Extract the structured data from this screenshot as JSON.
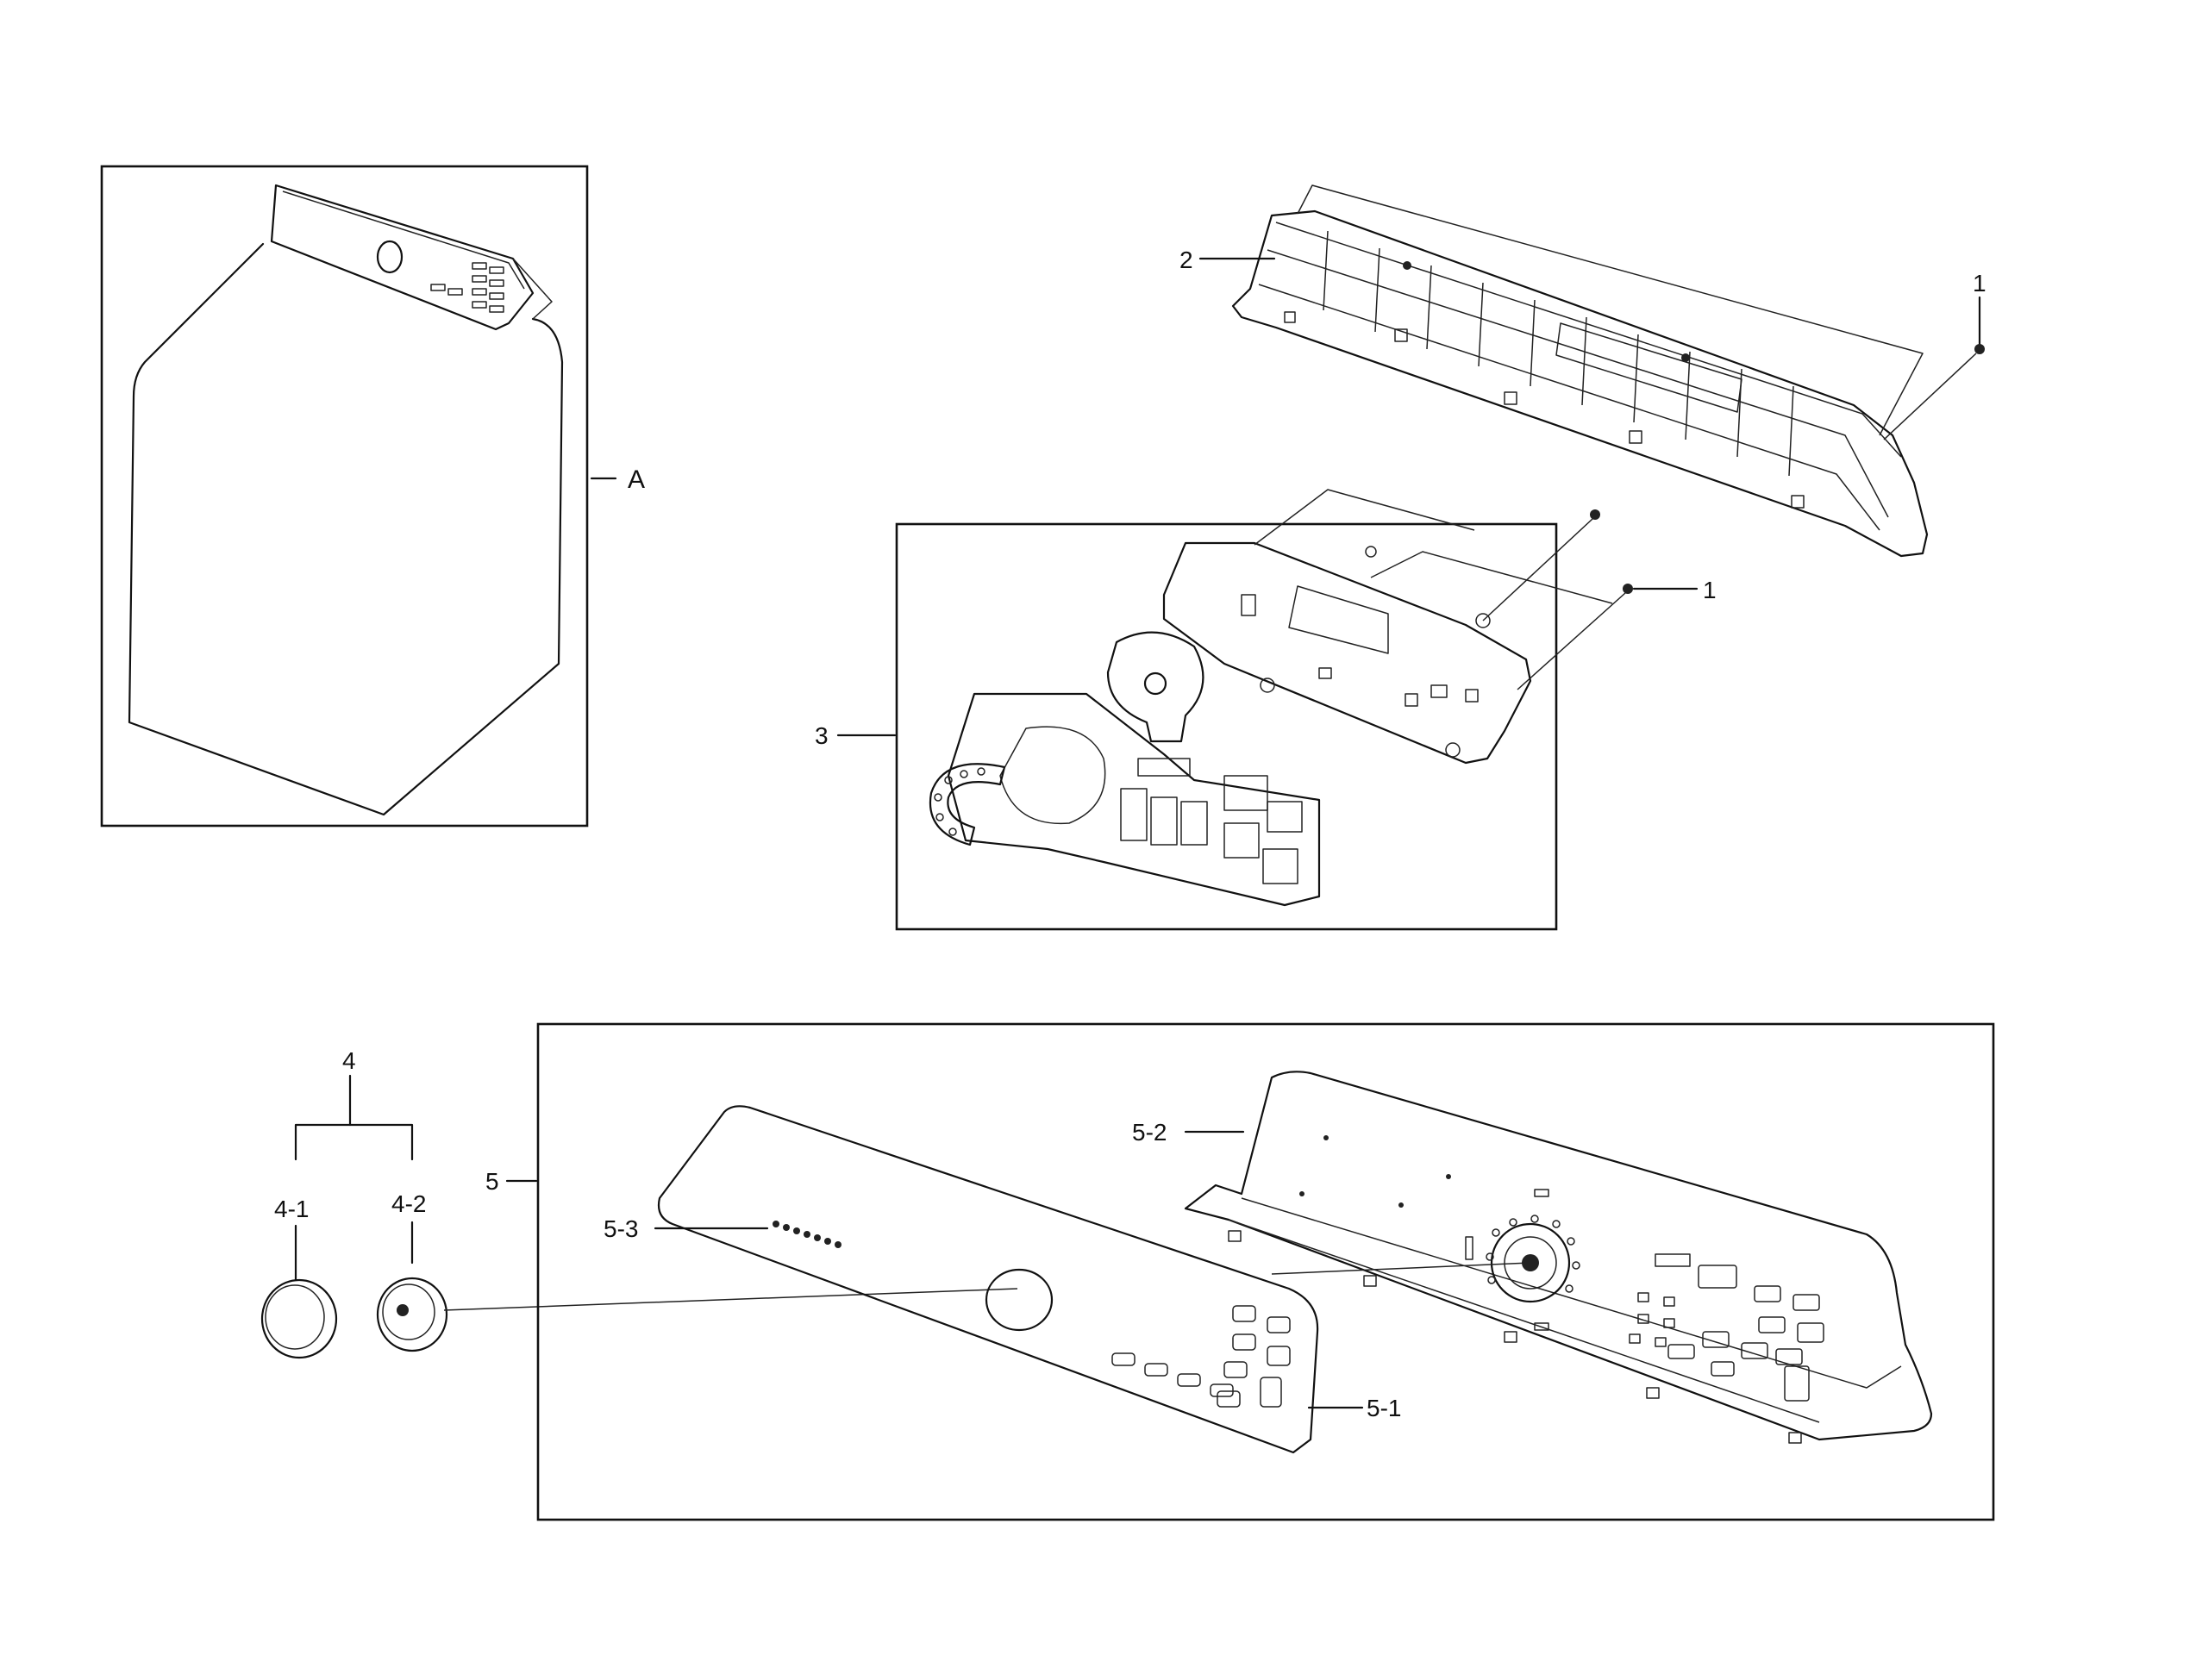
{
  "labels": {
    "A": "A",
    "p1_top": "1",
    "p1_mid": "1",
    "p2": "2",
    "p3": "3",
    "p4": "4",
    "p4_1": "4-1",
    "p4_2": "4-2",
    "p5": "5",
    "p5_1": "5-1",
    "p5_2": "5-2",
    "p5_3": "5-3"
  }
}
